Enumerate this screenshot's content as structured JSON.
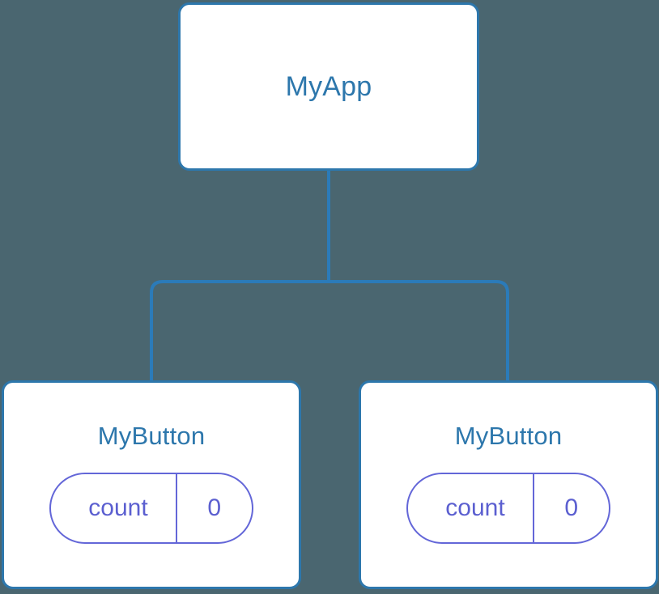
{
  "diagram": {
    "type": "component-tree",
    "background_color": "#4a6670",
    "node_border_color": "#2d77ac",
    "node_text_color": "#2d77ac",
    "connector_color": "#2b7bb9",
    "pill_border_color": "#6366d8",
    "pill_text_color": "#5b5fd0"
  },
  "root": {
    "label": "MyApp"
  },
  "children": [
    {
      "label": "MyButton",
      "state": {
        "key": "count",
        "value": "0"
      }
    },
    {
      "label": "MyButton",
      "state": {
        "key": "count",
        "value": "0"
      }
    }
  ]
}
